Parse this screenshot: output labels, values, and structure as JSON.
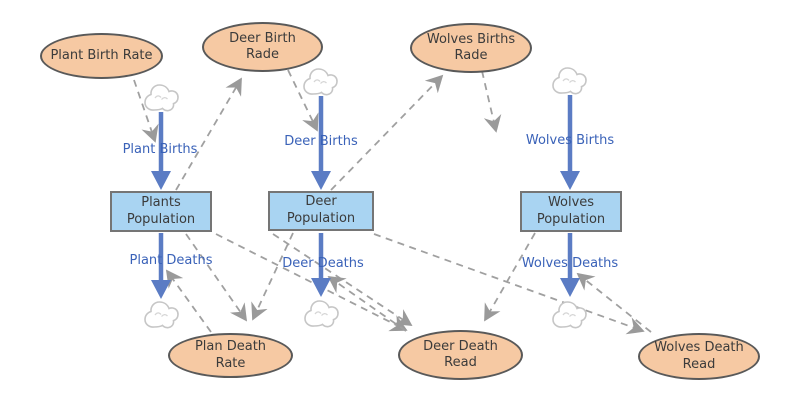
{
  "diagram_type": "stock-and-flow population model",
  "ellipses": {
    "plant_birth_rate": {
      "label": "Plant Birth Rate"
    },
    "deer_birth_rade": {
      "label": "Deer Birth Rade"
    },
    "wolves_births_rade": {
      "label": "Wolves Births Rade"
    },
    "plan_death_rate": {
      "label": "Plan Death Rate"
    },
    "deer_death_read": {
      "label": "Deer Death Read"
    },
    "wolves_death_read": {
      "label": "Wolves Death Read"
    }
  },
  "stocks": {
    "plants_population": {
      "label": "Plants Population"
    },
    "deer_population": {
      "label": "Deer Population"
    },
    "wolves_population": {
      "label": "Wolves Population"
    }
  },
  "flow_labels": {
    "plant_births": "Plant Births",
    "deer_births": "Deer Births",
    "wolves_births": "Wolves Births",
    "plant_deaths": "Plant Deaths",
    "deer_deaths": "Deer Deaths",
    "wolves_deaths": "Wolves Deaths"
  },
  "flows": [
    {
      "from": "cloud-source",
      "to": "Plants Population",
      "label": "Plant Births"
    },
    {
      "from": "Plants Population",
      "to": "cloud-sink",
      "label": "Plant Deaths"
    },
    {
      "from": "cloud-source",
      "to": "Deer Population",
      "label": "Deer Births"
    },
    {
      "from": "Deer Population",
      "to": "cloud-sink",
      "label": "Deer Deaths"
    },
    {
      "from": "cloud-source",
      "to": "Wolves Population",
      "label": "Wolves Births"
    },
    {
      "from": "Wolves Population",
      "to": "cloud-sink",
      "label": "Wolves Deaths"
    }
  ],
  "edges": [
    {
      "from": "Plant Birth Rate",
      "to": "Plant Births"
    },
    {
      "from": "Plants Population",
      "to": "Deer Birth Rade"
    },
    {
      "from": "Deer Birth Rade",
      "to": "Deer Births"
    },
    {
      "from": "Deer Population",
      "to": "Wolves Births Rade"
    },
    {
      "from": "Wolves Births Rade",
      "to": "Wolves Births"
    },
    {
      "from": "Plan Death Rate",
      "to": "Plant Deaths"
    },
    {
      "from": "Plants Population",
      "to": "Plan Death Rate"
    },
    {
      "from": "Deer Population",
      "to": "Plan Death Rate"
    },
    {
      "from": "Plants Population",
      "to": "Deer Death Read"
    },
    {
      "from": "Deer Population",
      "to": "Deer Death Read"
    },
    {
      "from": "Wolves Population",
      "to": "Deer Death Read"
    },
    {
      "from": "Deer Population",
      "to": "Wolves Death Read"
    },
    {
      "from": "Deer Death Read",
      "to": "Deer Deaths"
    },
    {
      "from": "Wolves Death Read",
      "to": "Wolves Deaths"
    }
  ],
  "icons": {
    "cloud": "cloud-icon (flow source / sink), 6 instances"
  },
  "colors": {
    "ellipse_fill": "#f6c9a3",
    "ellipse_border": "#595959",
    "stock_fill": "#a9d4f2",
    "stock_border": "#757575",
    "flow_arrow": "#5b7cc4",
    "flow_label_text": "#3a62b8",
    "connector_dashed": "#a0a0a0",
    "node_text": "#3b3b3b",
    "cloud_outline": "#c6c6c6",
    "background": "#ffffff"
  }
}
